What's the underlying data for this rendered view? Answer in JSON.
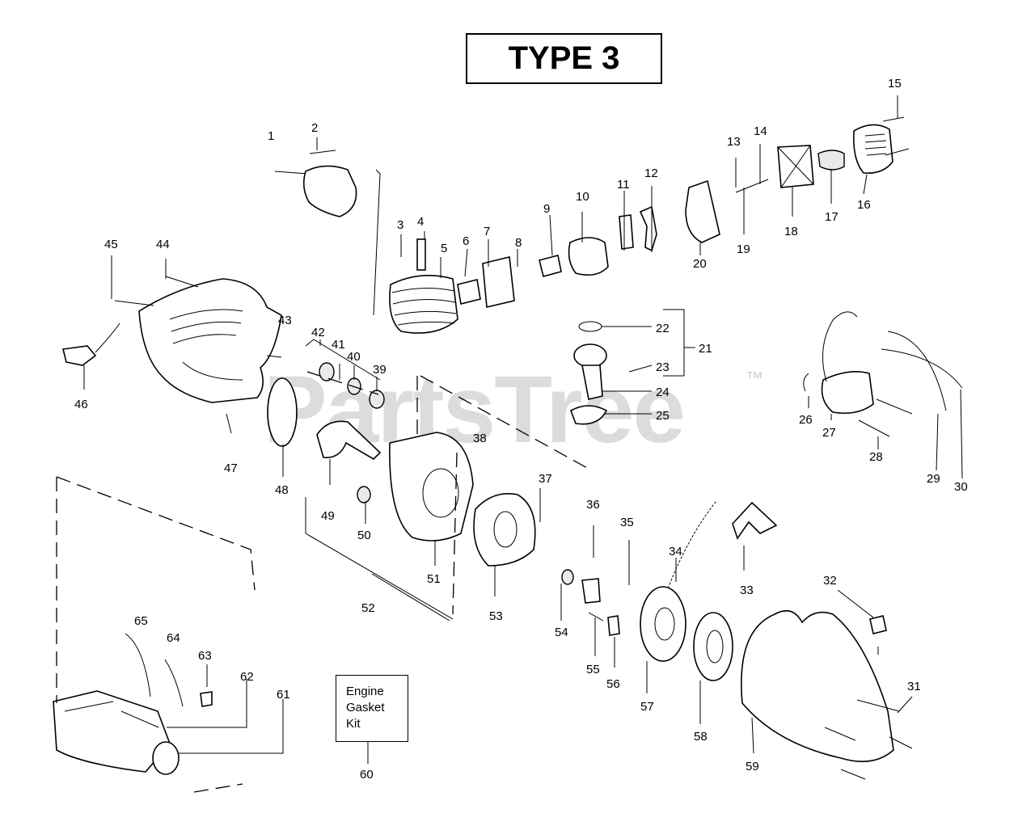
{
  "title": "TYPE 3",
  "watermark": "PartsTree",
  "watermark_mark": "™",
  "kit_label": [
    "Engine",
    "Gasket",
    "Kit"
  ],
  "callouts": [
    "1",
    "2",
    "3",
    "4",
    "5",
    "6",
    "7",
    "8",
    "9",
    "10",
    "11",
    "12",
    "13",
    "14",
    "15",
    "16",
    "17",
    "18",
    "19",
    "20",
    "21",
    "22",
    "23",
    "24",
    "25",
    "26",
    "27",
    "28",
    "29",
    "30",
    "31",
    "32",
    "33",
    "34",
    "35",
    "36",
    "37",
    "38",
    "39",
    "40",
    "41",
    "42",
    "43",
    "44",
    "45",
    "46",
    "47",
    "48",
    "49",
    "50",
    "51",
    "52",
    "53",
    "54",
    "55",
    "56",
    "57",
    "58",
    "59",
    "60",
    "61",
    "62",
    "63",
    "64",
    "65"
  ]
}
